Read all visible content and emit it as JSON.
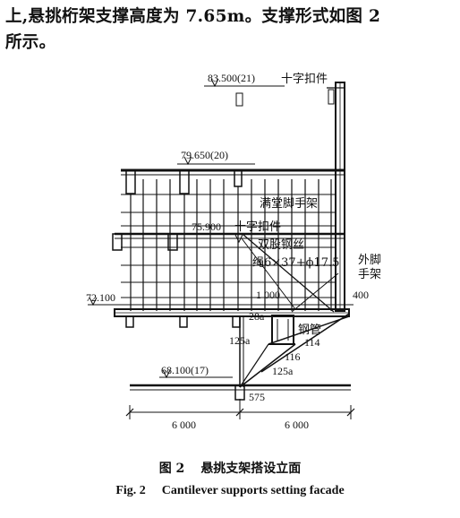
{
  "paragraph": {
    "line1": "上,悬挑桁架支撑高度为 7.65m。支撑形式如图 2",
    "line2": "所示。"
  },
  "figure": {
    "labels": {
      "elev_top": "83.500(21)",
      "elev_mid": "79.650(20)",
      "elev_level": "75.900",
      "elev_left": "72.100",
      "elev_bottom": "68.100(17)",
      "cross_fastener_top": "十字扣件",
      "full_scaffold": "满堂脚手架",
      "cross_fastener_mid": "十字扣件",
      "wire_rope_1": "双股钢丝",
      "wire_rope_2": "绳6×37+ϕ17.5",
      "outer_scaffold_1": "外脚",
      "outer_scaffold_2": "手架",
      "dim_1000": "1 000",
      "dim_400": "400",
      "beam_28a": "28a",
      "steel_pipe": "钢管",
      "beam_125a_left": "125a",
      "label_114": "114",
      "label_116": "116",
      "beam_125a_right": "125a",
      "dim_575": "575",
      "span_left": "6 000",
      "span_right": "6 000"
    }
  },
  "caption": {
    "cn_number": "图 2",
    "cn_title": "悬挑支架搭设立面",
    "en_number": "Fig. 2",
    "en_title": "Cantilever supports setting facade"
  }
}
